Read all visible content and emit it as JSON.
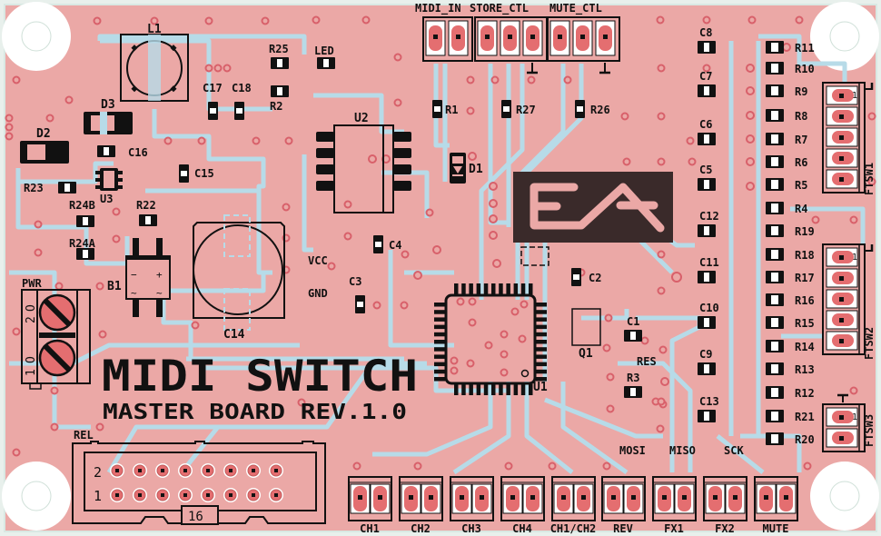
{
  "board": {
    "title": "MIDI SWITCH",
    "subtitle": "MASTER BOARD REV.1.0",
    "logo_text": "EA",
    "colors": {
      "board": "#eba8a6",
      "trace": "#b7dbe8",
      "silkscreen": "#111111",
      "pad": "#e46e70",
      "logo_bg": "#3a2a2a"
    }
  },
  "connectors_top": [
    {
      "label": "MIDI_IN",
      "pins": 2
    },
    {
      "label": "STORE_CTL",
      "pins": 3
    },
    {
      "label": "MUTE_CTL",
      "pins": 3
    }
  ],
  "connectors_bottom": [
    {
      "label": "CH1"
    },
    {
      "label": "CH2"
    },
    {
      "label": "CH3"
    },
    {
      "label": "CH4"
    },
    {
      "label": "CH1/CH2"
    },
    {
      "label": "REV"
    },
    {
      "label": "FX1"
    },
    {
      "label": "FX2"
    },
    {
      "label": "MUTE"
    }
  ],
  "connectors_right": [
    {
      "label": "FTSW1",
      "pins": 5,
      "pin1": "1"
    },
    {
      "label": "FTSW2",
      "pins": 5,
      "pin1": "1"
    },
    {
      "label": "FTSW3",
      "pins": 2,
      "pin1": "1"
    }
  ],
  "header_rel": {
    "label": "REL",
    "row1": "1",
    "row2": "2",
    "pins": "16"
  },
  "pwr": {
    "label": "PWR",
    "pin1": "1",
    "pin2": "2"
  },
  "isp_labels": [
    "MOSI",
    "MISO",
    "SCK"
  ],
  "net_labels": {
    "vcc": "VCC",
    "gnd": "GND",
    "res": "RES"
  },
  "resistors_right": [
    "R11",
    "R10",
    "R9",
    "R8",
    "R7",
    "R6",
    "R5",
    "R4",
    "R19",
    "R18",
    "R17",
    "R16",
    "R15",
    "R14",
    "R13",
    "R12",
    "R21",
    "R20"
  ],
  "capacitors_right": [
    {
      "label": "C8"
    },
    {
      "label": "C7"
    },
    {
      "label": "C6"
    },
    {
      "label": "C5"
    },
    {
      "label": "C12"
    },
    {
      "label": "C11"
    },
    {
      "label": "C10"
    },
    {
      "label": "C9"
    },
    {
      "label": "C13"
    }
  ],
  "components": {
    "L1": "L1",
    "D1": "D1",
    "D2": "D2",
    "D3": "D3",
    "U1": "U1",
    "U2": "U2",
    "U3": "U3",
    "B1": "B1",
    "Q1": "Q1",
    "C1": "C1",
    "C2": "C2",
    "C3": "C3",
    "C4": "C4",
    "C14": "C14",
    "C15": "C15",
    "C16": "C16",
    "C17": "C17",
    "C18": "C18",
    "R1": "R1",
    "R2": "R2",
    "R3": "R3",
    "R22": "R22",
    "R23": "R23",
    "R24A": "R24A",
    "R24B": "R24B",
    "R25": "R25",
    "R26": "R26",
    "R27": "R27",
    "LED": "LED"
  }
}
